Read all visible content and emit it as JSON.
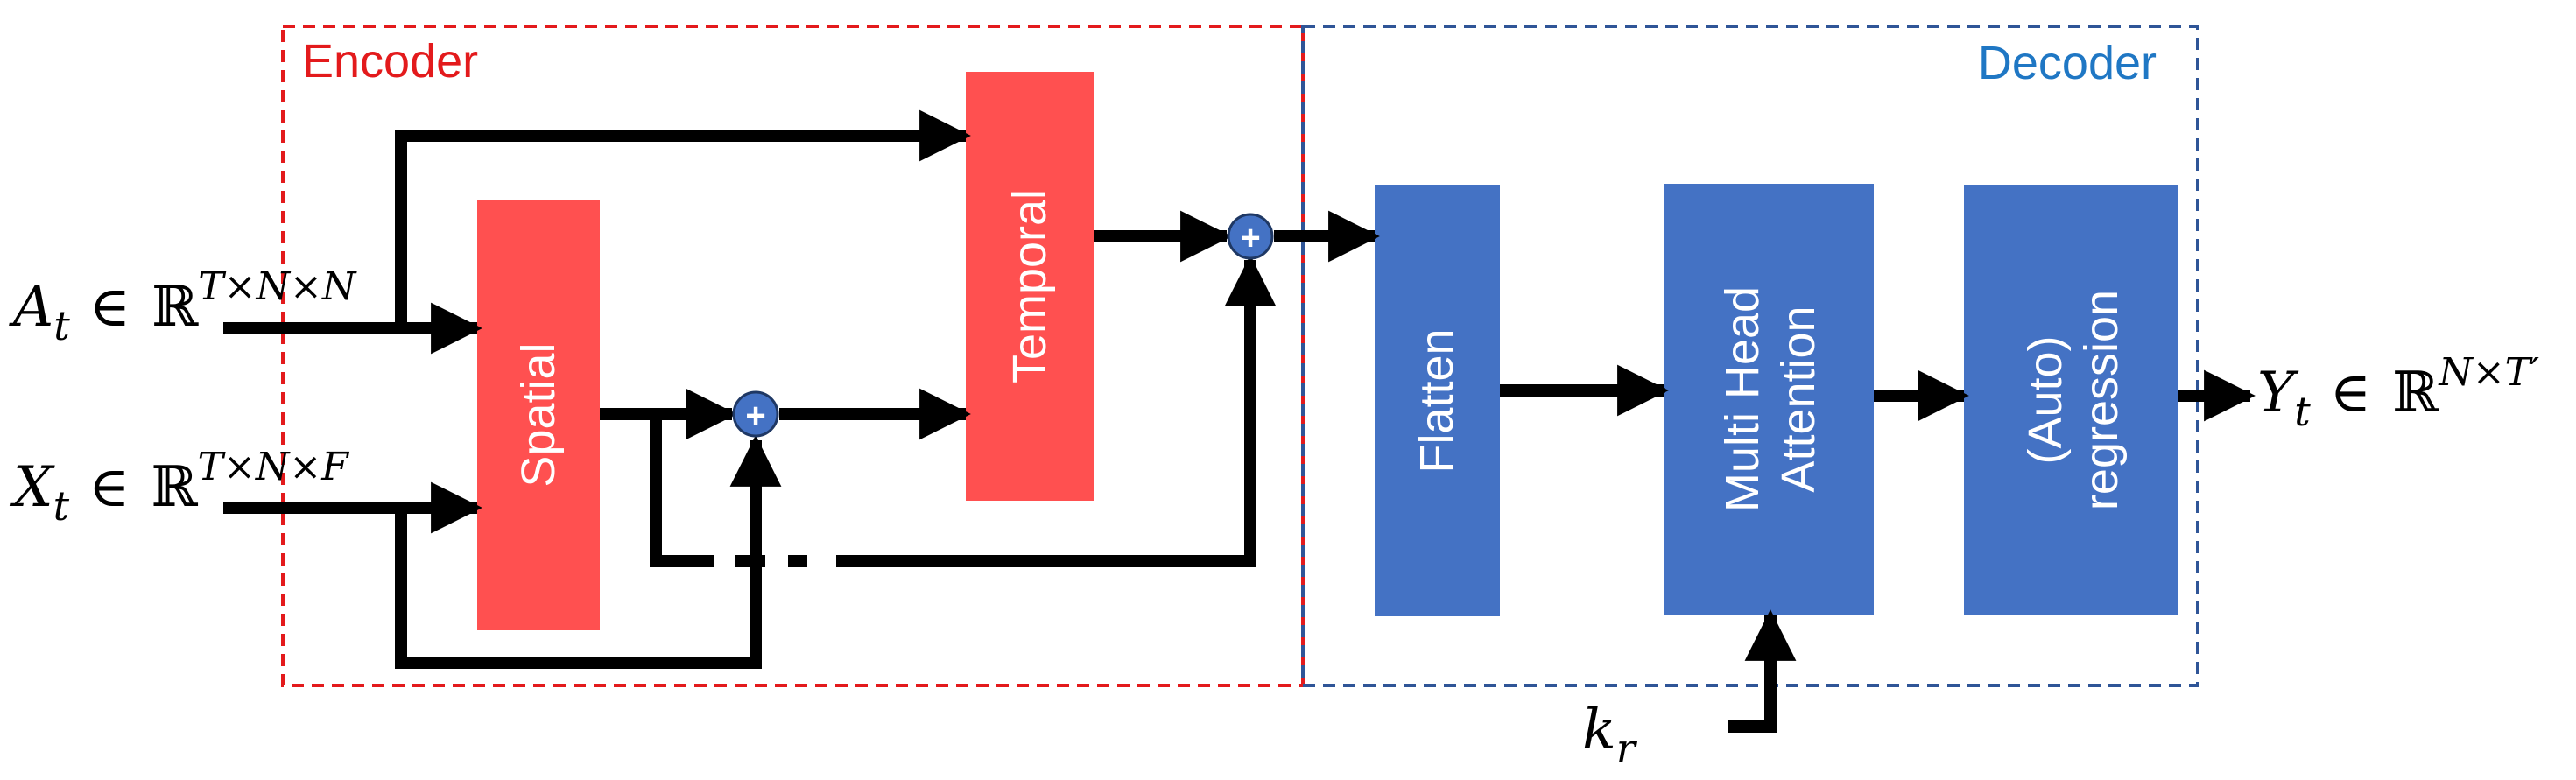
{
  "encoder": {
    "title": "Encoder",
    "color": "#e31a1c"
  },
  "decoder": {
    "title": "Decoder",
    "color": "#1f77c4"
  },
  "blocks": {
    "spatial": "Spatial",
    "temporal": "Temporal",
    "flatten": "Flatten",
    "attention_line1": "Multi Head",
    "attention_line2": "Attention",
    "regression_line1": "(Auto)",
    "regression_line2": "regression"
  },
  "inputs": {
    "a_var": "A",
    "a_sub": "t",
    "a_in": "∈",
    "a_set": "ℝ",
    "a_sup": "T×N×N",
    "x_var": "X",
    "x_sub": "t",
    "x_in": "∈",
    "x_set": "ℝ",
    "x_sup": "T×N×F",
    "k_var": "k",
    "k_sub": "r"
  },
  "output": {
    "y_var": "Y",
    "y_sub": "t",
    "y_in": "∈",
    "y_set": "ℝ",
    "y_sup": "N×T′"
  },
  "sum_symbol": "+",
  "colors": {
    "red_block": "#ff5050",
    "blue_block": "#4472c4",
    "sum_node": "#4472c4",
    "arrow": "#000000"
  }
}
